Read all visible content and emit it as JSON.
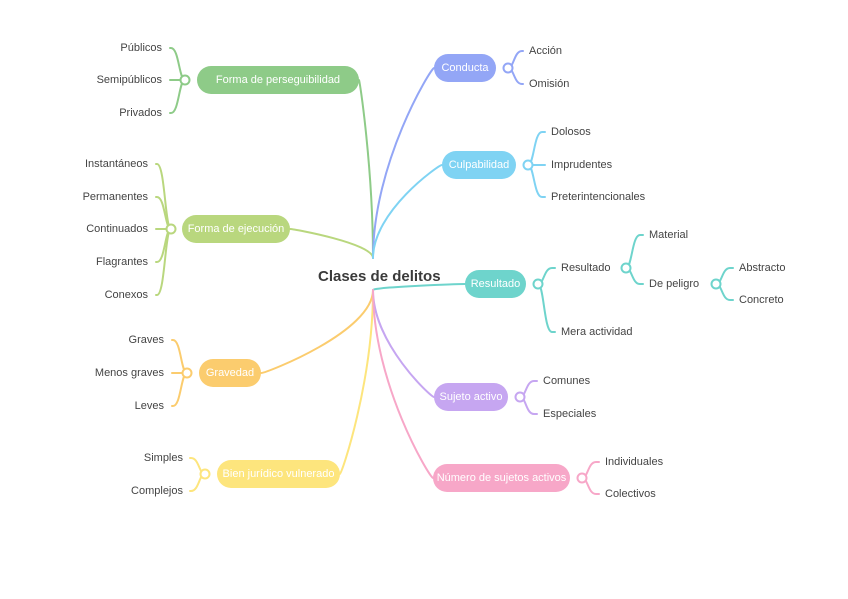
{
  "root": {
    "label": "Clases de delitos"
  },
  "colors": {
    "green": "#8ecb88",
    "lime": "#b9d77e",
    "orange": "#fbcc6e",
    "yellow": "#fde57d",
    "blue": "#93a6f6",
    "sky": "#7fd3f3",
    "teal": "#6ed4cc",
    "purple": "#c6a6f1",
    "pink": "#f7a7c8"
  },
  "branches": {
    "persecucion": {
      "label": "Forma de perseguibilidad",
      "children": [
        "Públicos",
        "Semipúblicos",
        "Privados"
      ]
    },
    "ejecucion": {
      "label": "Forma de ejecución",
      "children": [
        "Instantáneos",
        "Permanentes",
        "Continuados",
        "Flagrantes",
        "Conexos"
      ]
    },
    "gravedad": {
      "label": "Gravedad",
      "children": [
        "Graves",
        "Menos graves",
        "Leves"
      ]
    },
    "bien": {
      "label": "Bien jurídico vulnerado",
      "children": [
        "Simples",
        "Complejos"
      ]
    },
    "conducta": {
      "label": "Conducta",
      "children": [
        "Acción",
        "Omisión"
      ]
    },
    "culpabilidad": {
      "label": "Culpabilidad",
      "children": [
        "Dolosos",
        "Imprudentes",
        "Preterintencionales"
      ]
    },
    "resultado": {
      "label": "Resultado",
      "resultado_label": "Resultado",
      "mera_actividad": "Mera actividad",
      "material": "Material",
      "peligro_label": "De peligro",
      "peligro_children": [
        "Abstracto",
        "Concreto"
      ]
    },
    "sujeto": {
      "label": "Sujeto activo",
      "children": [
        "Comunes",
        "Especiales"
      ]
    },
    "numero": {
      "label": "Número de sujetos activos",
      "children": [
        "Individuales",
        "Colectivos"
      ]
    }
  }
}
